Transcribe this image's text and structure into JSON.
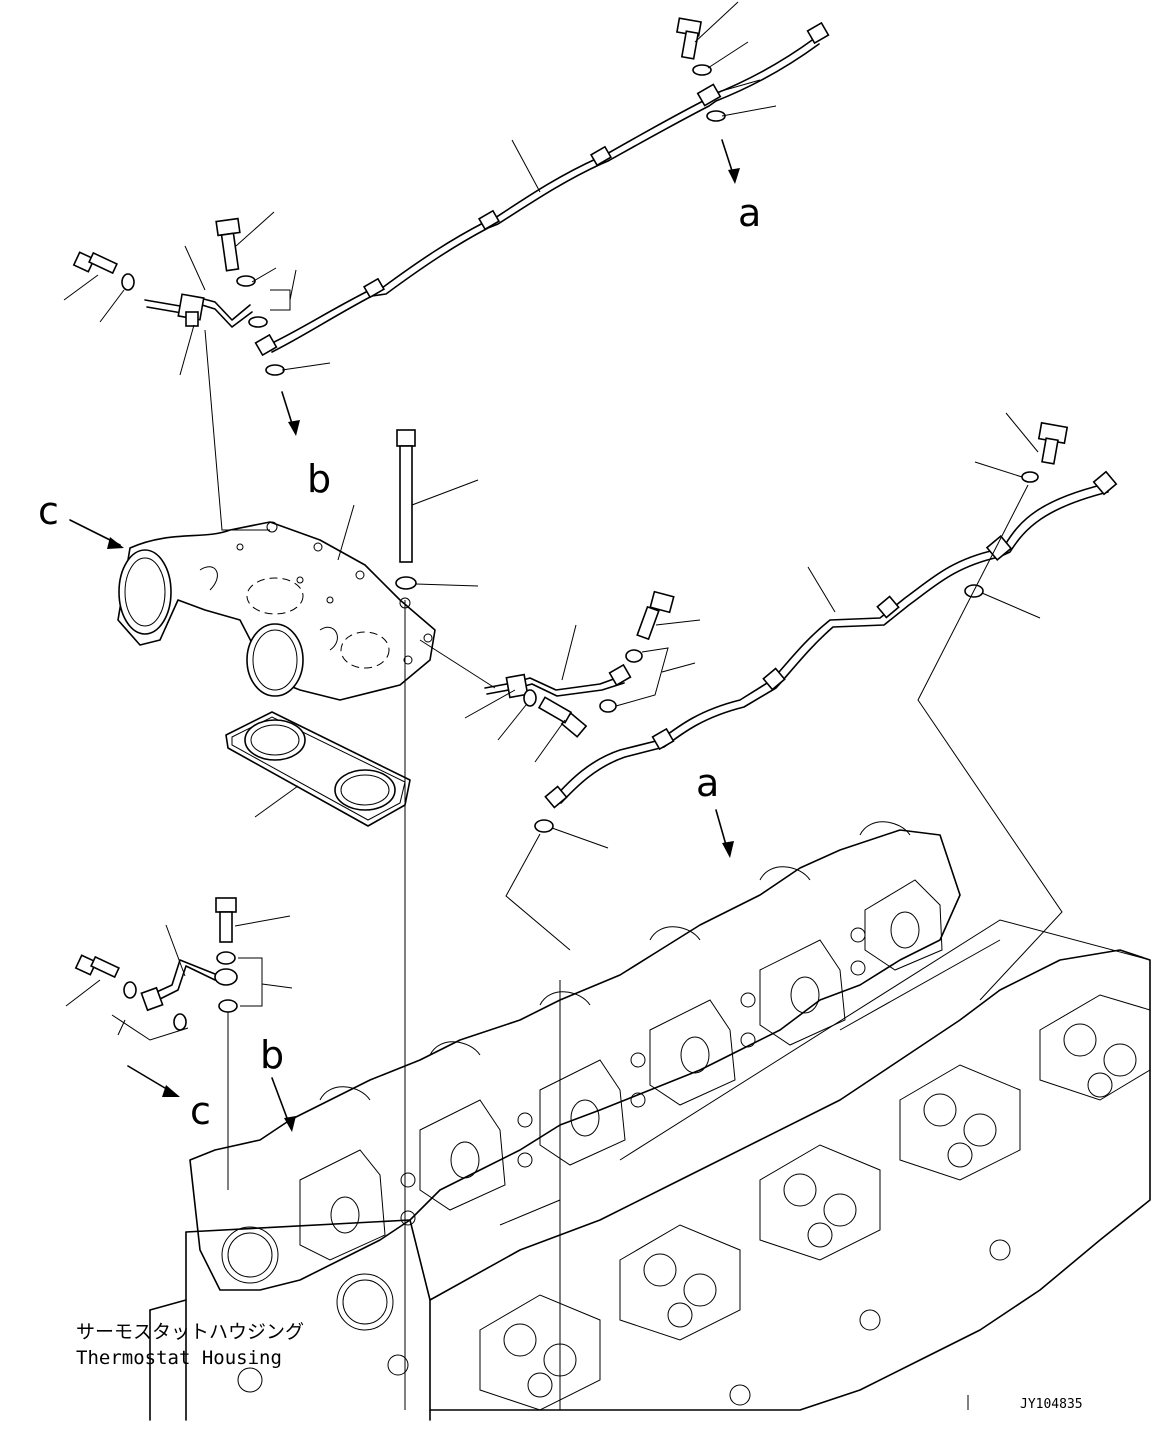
{
  "reference_letters": {
    "a_top": "a",
    "b_top": "b",
    "c_top": "c",
    "a_bottom": "a",
    "b_bottom": "b",
    "c_bottom": "c"
  },
  "caption": {
    "japanese": "サーモスタットハウジング",
    "english": "Thermostat Housing"
  },
  "drawing_code": "JY104835"
}
